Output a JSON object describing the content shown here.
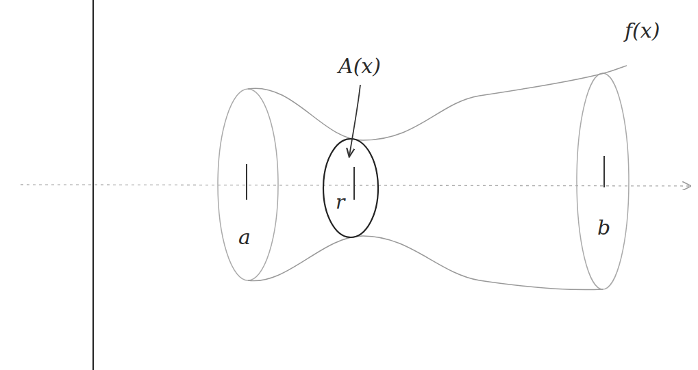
{
  "diagram": {
    "labels": [
      "A(x)",
      "f(x)",
      "a",
      "r",
      "b"
    ]
  }
}
